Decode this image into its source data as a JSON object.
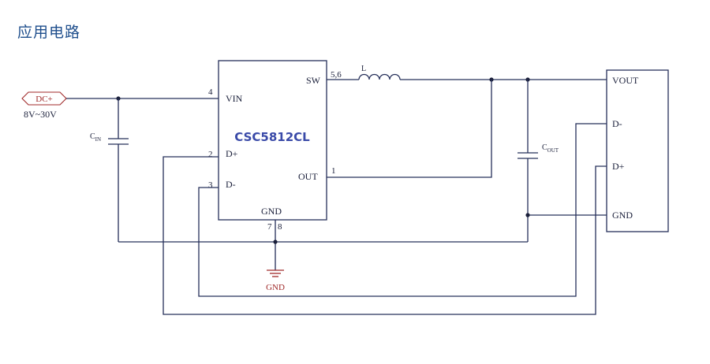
{
  "title": "应用电路",
  "ic": {
    "name": "CSC5812CL",
    "pins": {
      "vin": "VIN",
      "vin_num": "4",
      "dplus": "D+",
      "dplus_num": "2",
      "dminus": "D-",
      "dminus_num": "3",
      "sw": "SW",
      "sw_num": "5,6",
      "out": "OUT",
      "out_num": "1",
      "gnd": "GND",
      "gnd_num1": "7",
      "gnd_num2": "8"
    }
  },
  "input": {
    "tag": "DC+",
    "range": "8V~30V"
  },
  "components": {
    "inductor": "L",
    "cin_main": "C",
    "cin_sub": "IN",
    "cout_main": "C",
    "cout_sub": "OUT"
  },
  "ground_label": "GND",
  "connector": {
    "vout": "VOUT",
    "dminus": "D-",
    "dplus": "D+",
    "gnd": "GND"
  },
  "colors": {
    "title": "#1e4e8c",
    "wire": "#26305a",
    "chip_text": "#3a4aa8",
    "source": "#a02a2a"
  }
}
